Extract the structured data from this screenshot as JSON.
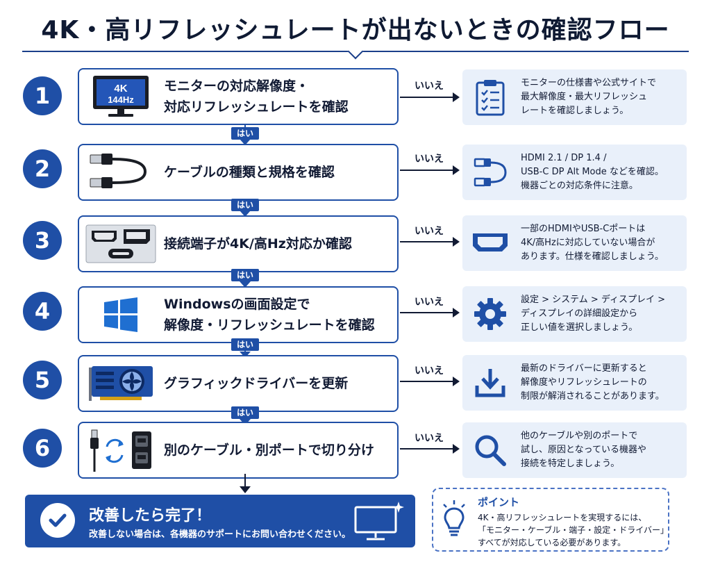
{
  "title": "4K・高リフレッシュレートが出ないときの確認フロー",
  "yes_label": "はい",
  "no_label": "いいえ",
  "steps": [
    {
      "number": "1",
      "icon": "monitor-icon",
      "icon_lines": [
        "4K",
        "144Hz"
      ],
      "lines": [
        "モニターの対応解像度・",
        "対応リフレッシュレートを確認"
      ],
      "side_icon": "clipboard-icon",
      "side_lines": [
        "モニターの仕様書や公式サイトで",
        "最大解像度・最大リフレッシュ",
        "レートを確認しましょう。"
      ]
    },
    {
      "number": "2",
      "icon": "cable-icon",
      "lines": [
        "ケーブルの種類と規格を確認"
      ],
      "side_icon": "usb-cable-icon",
      "side_lines": [
        "HDMI 2.1 / DP 1.4 /",
        "USB-C DP Alt Mode などを確認。",
        "機器ごとの対応条件に注意。"
      ]
    },
    {
      "number": "3",
      "icon": "ports-icon",
      "lines": [
        "接続端子が4K/高Hz対応か確認"
      ],
      "side_icon": "hdmi-port-icon",
      "side_lines": [
        "一部のHDMIやUSB-Cポートは",
        "4K/高Hzに対応していない場合が",
        "あります。仕様を確認しましょう。"
      ]
    },
    {
      "number": "4",
      "icon": "windows-logo-icon",
      "lines": [
        "Windowsの画面設定で",
        "解像度・リフレッシュレートを確認"
      ],
      "side_icon": "gear-icon",
      "side_lines": [
        "設定 > システム > ディスプレイ >",
        "ディスプレイの詳細設定から",
        "正しい値を選択しましょう。"
      ]
    },
    {
      "number": "5",
      "icon": "graphics-card-icon",
      "lines": [
        "グラフィックドライバーを更新"
      ],
      "side_icon": "download-icon",
      "side_lines": [
        "最新のドライバーに更新すると",
        "解像度やリフレッシュレートの",
        "制限が解消されることがあります。"
      ]
    },
    {
      "number": "6",
      "icon": "swap-port-icon",
      "lines": [
        "別のケーブル・別ポートで切り分け"
      ],
      "side_icon": "magnifier-icon",
      "side_lines": [
        "他のケーブルや別のポートで",
        "試し、原因となっている機器や",
        "接続を特定しましょう。"
      ]
    }
  ],
  "done": {
    "title": "改善したら完了！",
    "subtitle": "改善しない場合は、各機器のサポートにお問い合わせください。",
    "check_icon": "check-circle-icon",
    "monitor_icon": "sparkle-monitor-icon"
  },
  "point": {
    "icon": "lightbulb-icon",
    "title": "ポイント",
    "lines": [
      "4K・高リフレッシュレートを実現するには、",
      "「モニター・ケーブル・端子・設定・ドライバー」",
      "すべてが対応している必要があります。"
    ]
  },
  "colors": {
    "primary": "#1f4fa6",
    "side_bg": "#e9f0fa",
    "text": "#111a33"
  }
}
